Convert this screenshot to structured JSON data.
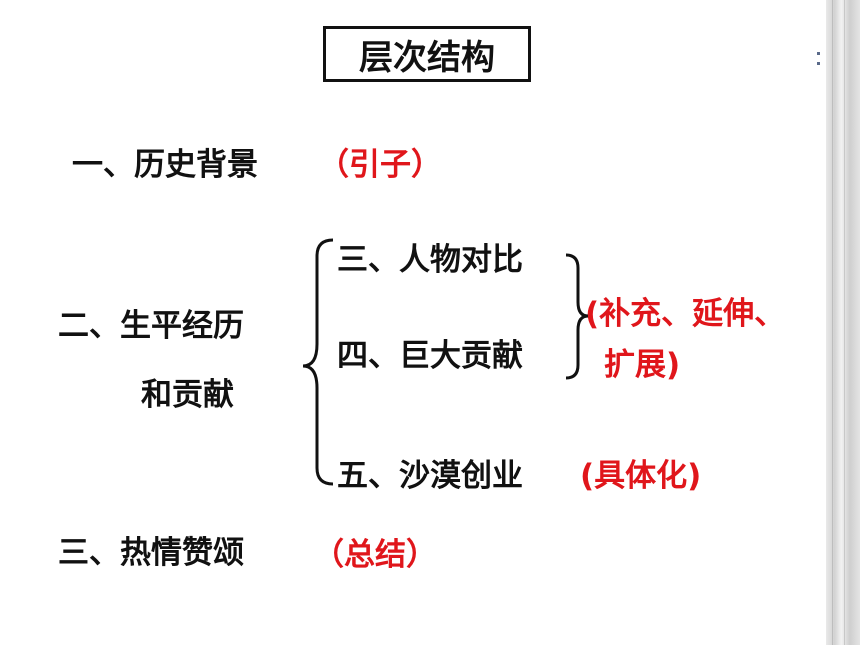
{
  "title": "层次结构",
  "colors": {
    "text": "#111111",
    "accent": "#e0161b"
  },
  "items": {
    "item1": "一、历史背景",
    "item1_note": "（引子）",
    "item2_line1": "二、生平经历",
    "item2_line2": "和贡献",
    "sub1": "三、人物对比",
    "sub2": "四、巨大贡献",
    "sub_note_line1": "(补充、延伸、",
    "sub_note_line2": "扩展)",
    "sub3": "五、沙漠创业",
    "sub3_note": "(具体化)",
    "item3": "三、热情赞颂",
    "item3_note": "（总结）"
  }
}
